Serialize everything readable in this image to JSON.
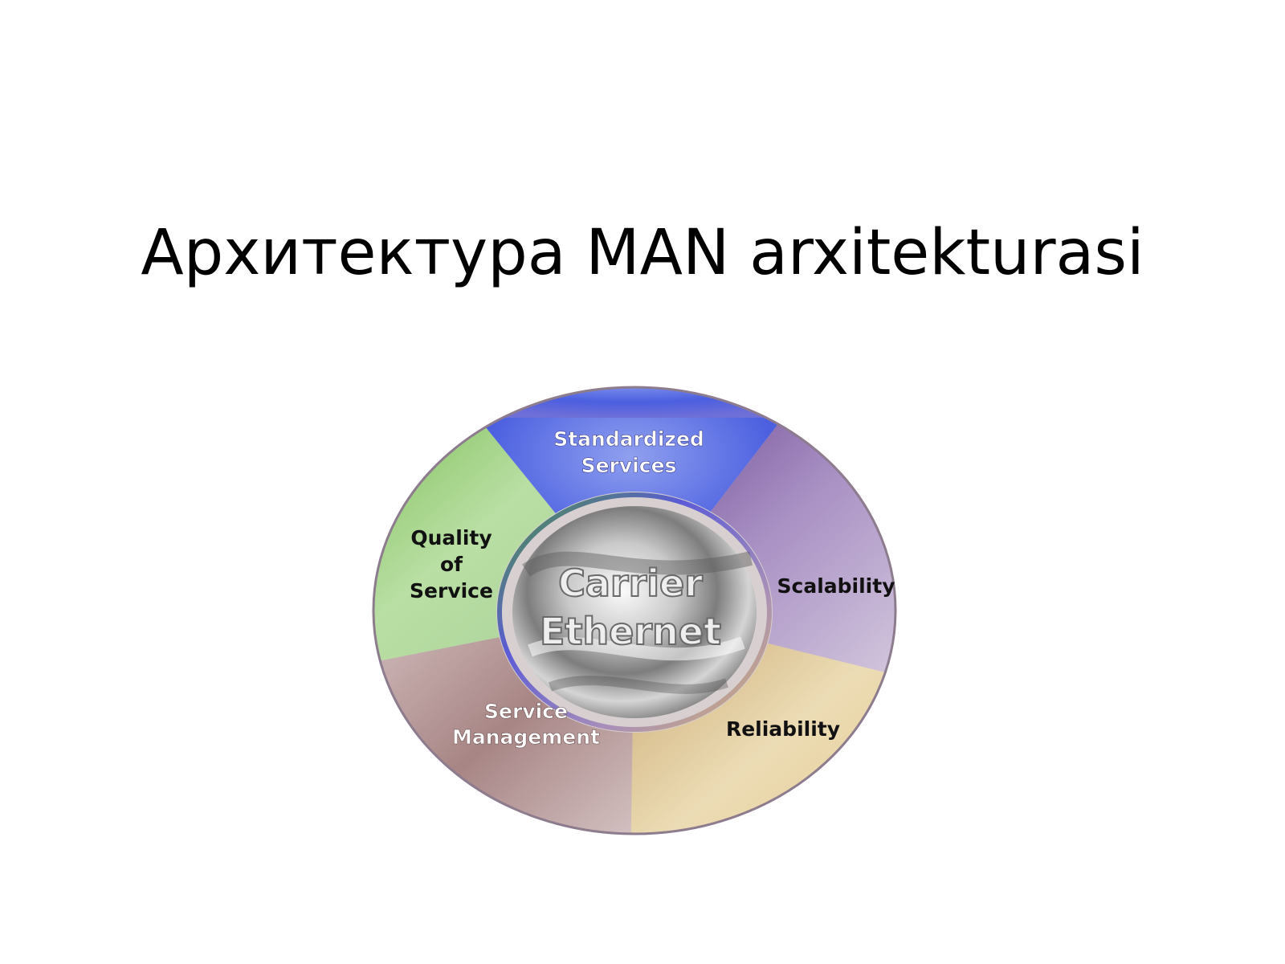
{
  "slide": {
    "title": "Архитектура MAN arxitekturasi"
  },
  "diagram": {
    "center": {
      "line1": "Carrier",
      "line2": "Ethernet"
    },
    "segments": [
      {
        "key": "standardized",
        "lines": [
          "Standardized",
          "Services"
        ],
        "color": "#5a62e0"
      },
      {
        "key": "scalability",
        "lines": [
          "Scalability"
        ],
        "color": "#9b86b6"
      },
      {
        "key": "reliability",
        "lines": [
          "Reliability"
        ],
        "color": "#dcc58f"
      },
      {
        "key": "service-management",
        "lines": [
          "Service",
          "Management"
        ],
        "color": "#b89a9a"
      },
      {
        "key": "quality",
        "lines": [
          "Quality",
          "of",
          "Service"
        ],
        "color": "#9ccf86"
      }
    ]
  }
}
